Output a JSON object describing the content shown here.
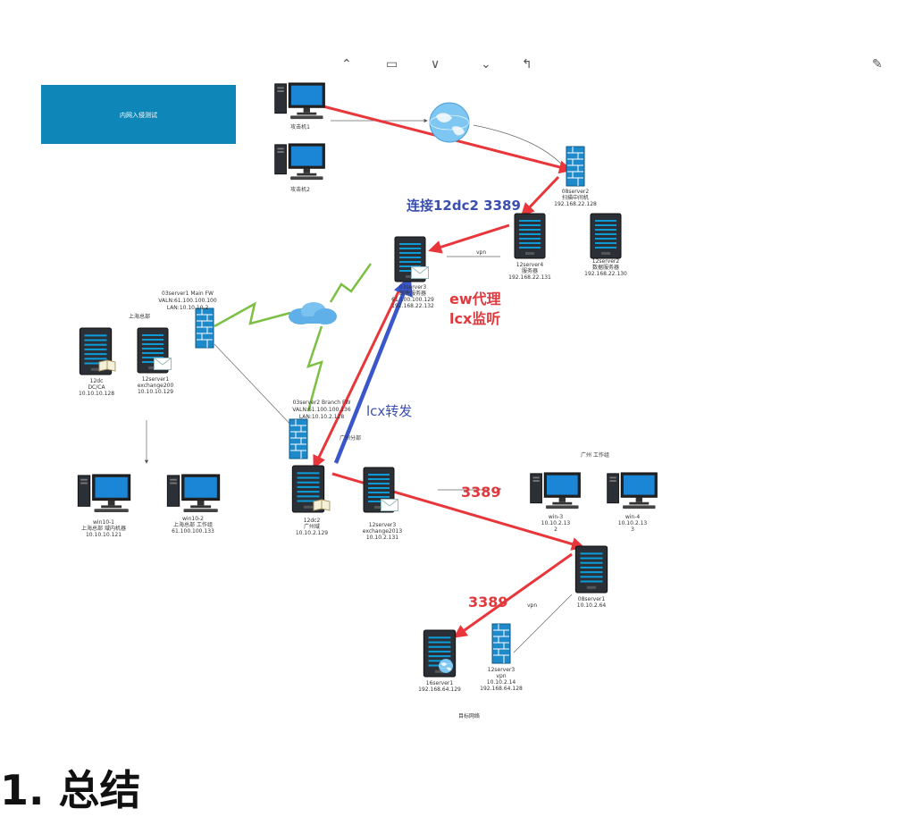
{
  "banner": {
    "text": "内网入侵测试"
  },
  "nodes": {
    "attacker1": "攻击机1",
    "attacker2": "攻击机2",
    "server2": [
      "08server2",
      "扫描中间机",
      "192.168.22.128"
    ],
    "server4": [
      "12server4",
      "服务器",
      "192.168.22.131"
    ],
    "server_db": [
      "12server2",
      "数据服务器",
      "192.168.22.130"
    ],
    "server3": [
      "03server3",
      "邮件服务器",
      "61.100.100.129",
      "192.168.22.132"
    ],
    "fw_main": [
      "03server1 Main FW",
      "VALN:61.100.100.100",
      "LAN:10.10.10.2"
    ],
    "shanghai_label": "上海总部",
    "dc": [
      "12dc",
      "DC/CA",
      "10.10.10.128"
    ],
    "exch_sh": [
      "12server1",
      "exchange200",
      "10.10.10.129"
    ],
    "win10_1": [
      "win10-1",
      "上海总部 域内机器",
      "10.10.10.121"
    ],
    "win10_2": [
      "win10-2",
      "上海总部 工作组",
      "61.100.100.133"
    ],
    "fw_branch": [
      "03server2 Branch FW",
      "VALN:61.100.100.136",
      "LAN:10.10.2.128"
    ],
    "gz_label": "广州分部",
    "dc2": [
      "12dc2",
      "广州域",
      "10.10.2.129"
    ],
    "exch_gz": [
      "12server3",
      "exchange2013",
      "10.10.2.131"
    ],
    "gz_office": "广州 工作组",
    "win3": [
      "win-3",
      "10.10.2.13",
      "2"
    ],
    "win4": [
      "win-4",
      "10.10.2.13",
      "3"
    ],
    "server6": [
      "08server1",
      "10.10.2.64"
    ],
    "server_target": [
      "16server1",
      "192.168.64.129"
    ],
    "vpn_fw": [
      "12server3",
      "vpn",
      "10.10.2.14",
      "192.168.64.128"
    ],
    "target_net": "目标网络",
    "vpn_top": "vpn",
    "vpn_bottom": "vpn"
  },
  "annotations": {
    "connect": "连接12dc2 3389",
    "ew_proxy": "ew代理",
    "lcx_listen": "lcx监听",
    "lcx_forward": "lcx转发",
    "rdp_mid": "3389",
    "rdp_mid_star": "*",
    "rdp_low": "3389"
  },
  "heading": "1. 总结"
}
